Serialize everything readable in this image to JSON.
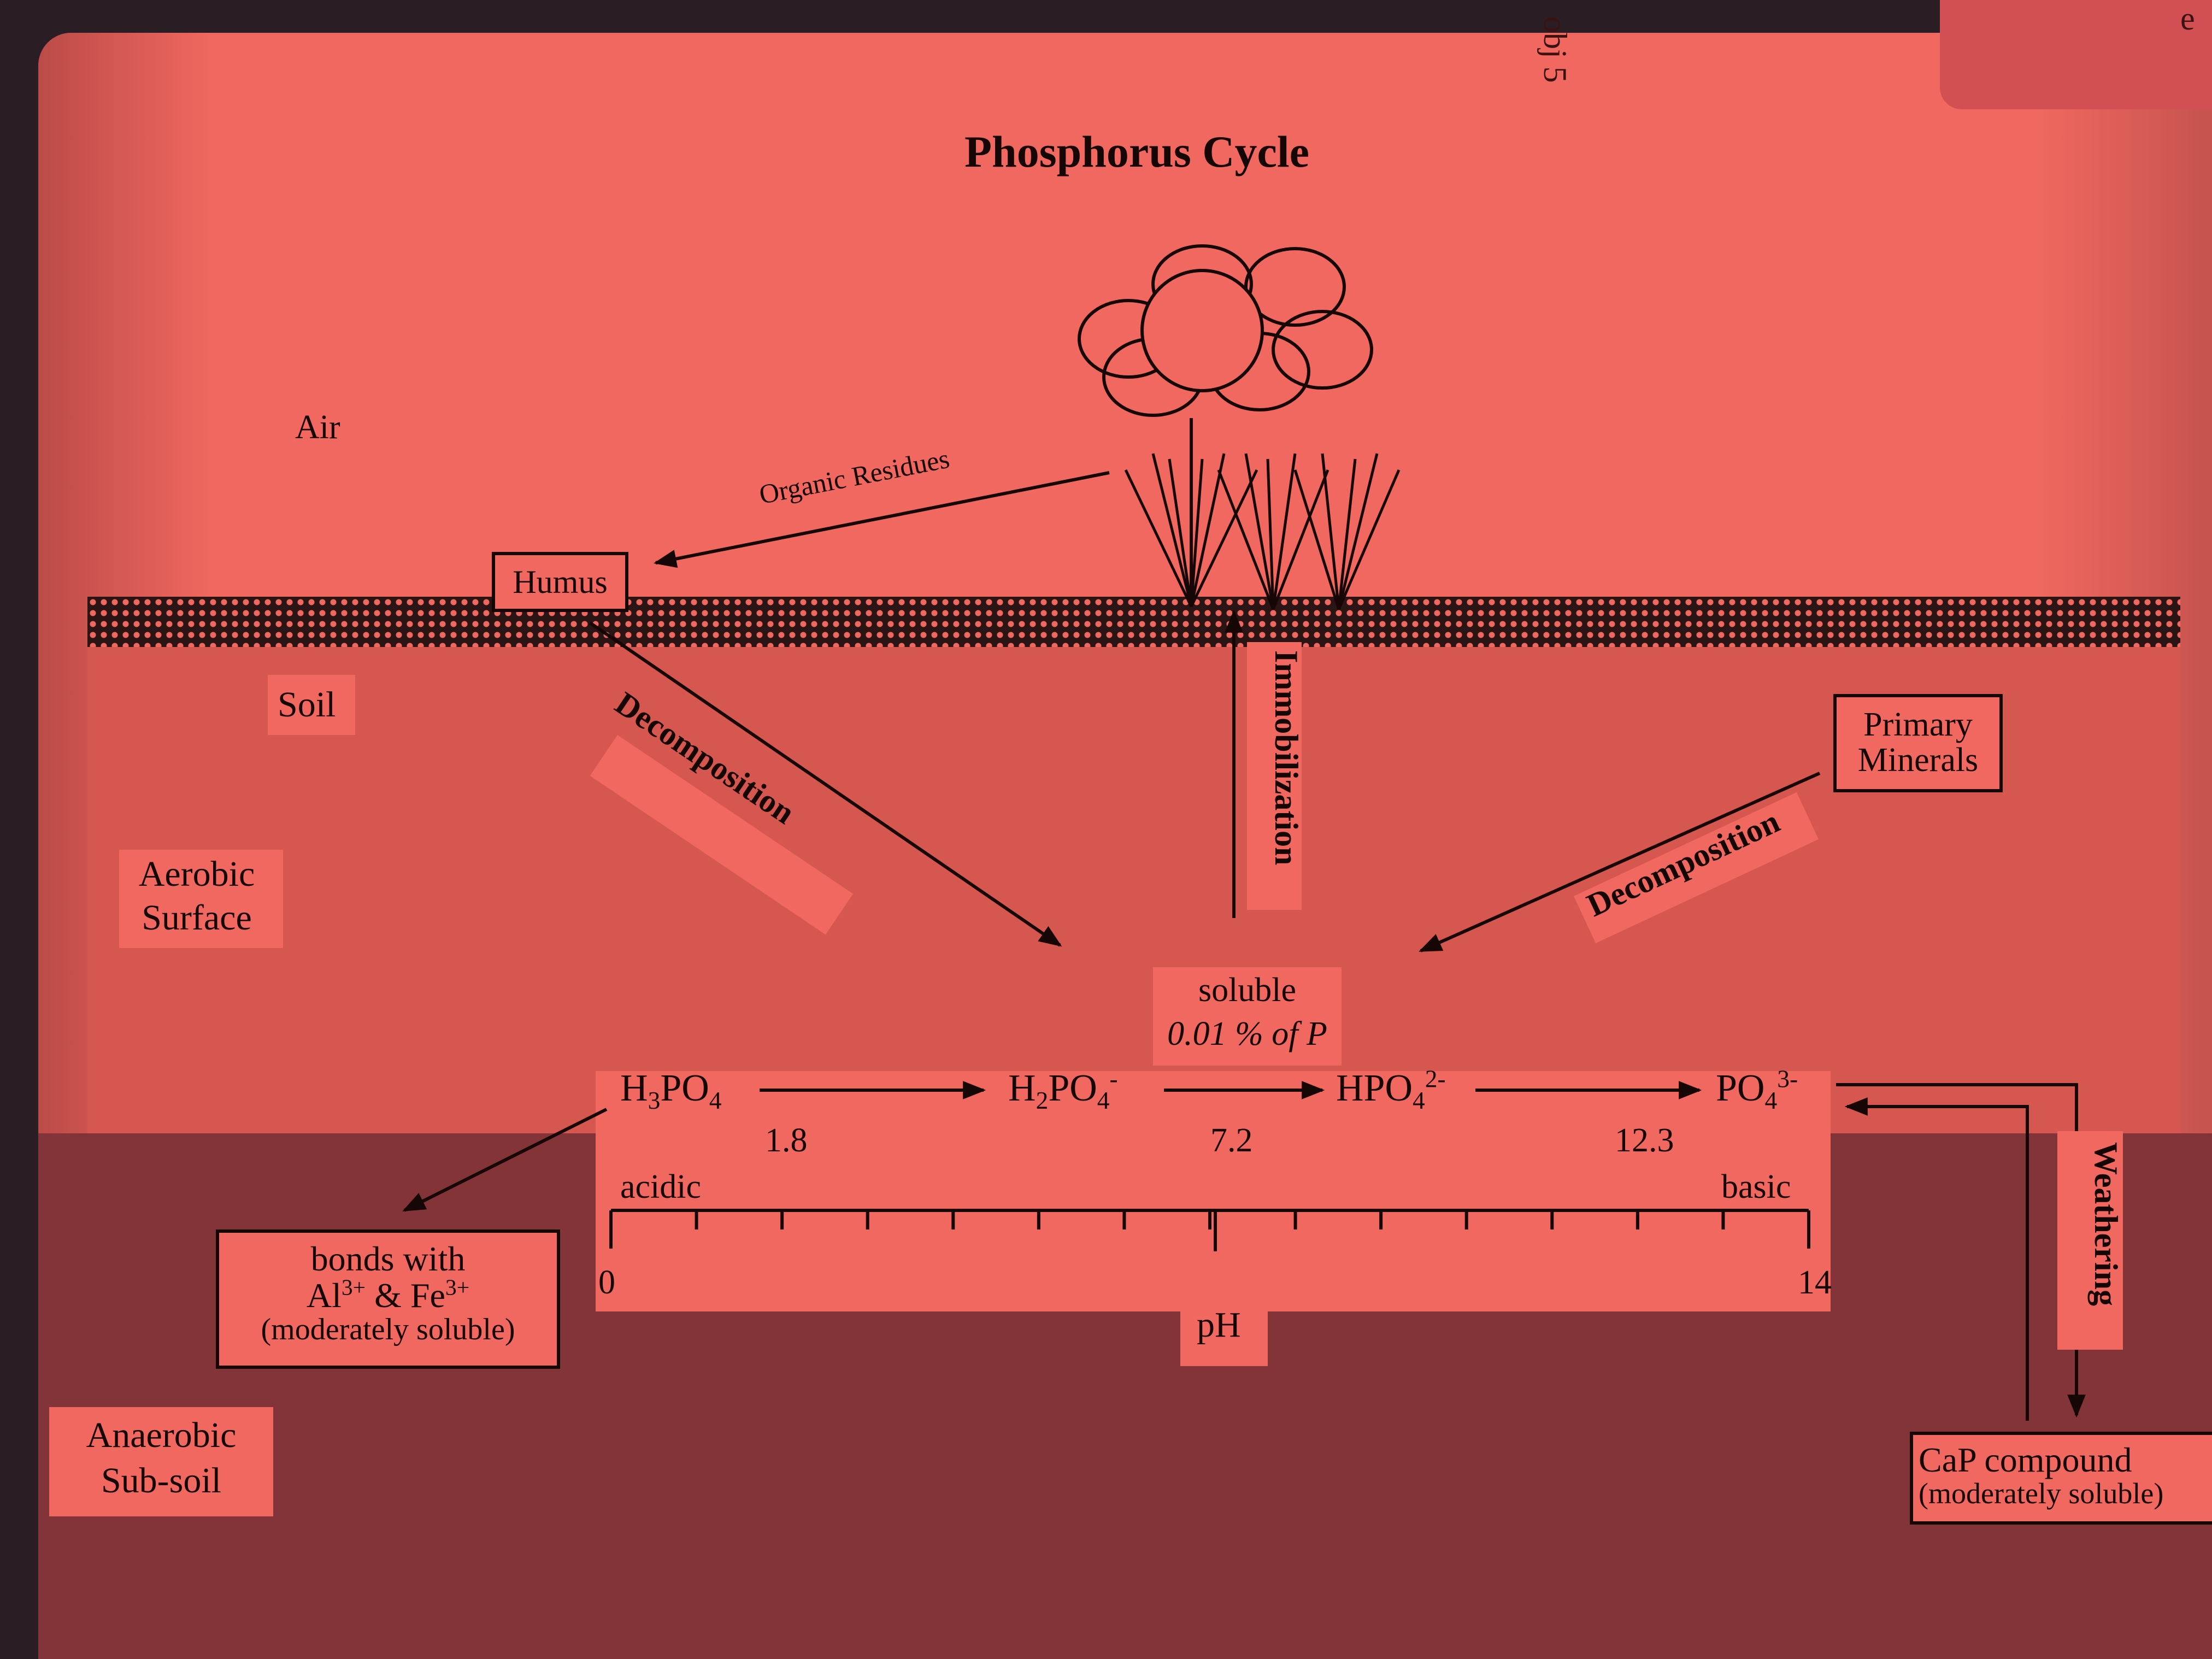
{
  "title": "Phosphorus Cycle",
  "corner_text": "obj 5",
  "corner_letter": "e",
  "zones": {
    "air": "Air",
    "soil": "Soil",
    "aerobic_line1": "Aerobic",
    "aerobic_line2": "Surface",
    "anaerobic_line1": "Anaerobic",
    "anaerobic_line2": "Sub-soil"
  },
  "processes": {
    "organic_residues": "Organic Residues",
    "decomposition_left": "Decomposition",
    "immobilization": "Immobilization",
    "decomposition_right": "Decomposition",
    "weathering": "Weathering"
  },
  "boxes": {
    "humus": "Humus",
    "primary_minerals_line1": "Primary",
    "primary_minerals_line2": "Minerals",
    "bonds_line1": "bonds with",
    "bonds_line2_a": "Al",
    "bonds_line2_a_sup": "3+",
    "bonds_line2_amp": " & Fe",
    "bonds_line2_b_sup": "3+",
    "bonds_line3": "(moderately soluble)",
    "cap_line1": "CaP compound",
    "cap_line2": "(moderately soluble)"
  },
  "soluble": {
    "line1": "soluble",
    "line2": "0.01 % of P"
  },
  "species": [
    {
      "prefix": "H",
      "sub1": "3",
      "mid": "PO",
      "sub2": "4",
      "sup": ""
    },
    {
      "prefix": "H",
      "sub1": "2",
      "mid": "PO",
      "sub2": "4",
      "sup": "-"
    },
    {
      "prefix": "",
      "sub1": "",
      "mid": "HPO",
      "sub2": "4",
      "sup": "2-"
    },
    {
      "prefix": "",
      "sub1": "",
      "mid": "PO",
      "sub2": "4",
      "sup": "3-"
    }
  ],
  "pka_values": [
    "1.8",
    "7.2",
    "12.3"
  ],
  "scale": {
    "acidic": "acidic",
    "basic": "basic",
    "min": "0",
    "max": "14",
    "axis_label": "pH",
    "range": [
      0,
      14
    ]
  }
}
